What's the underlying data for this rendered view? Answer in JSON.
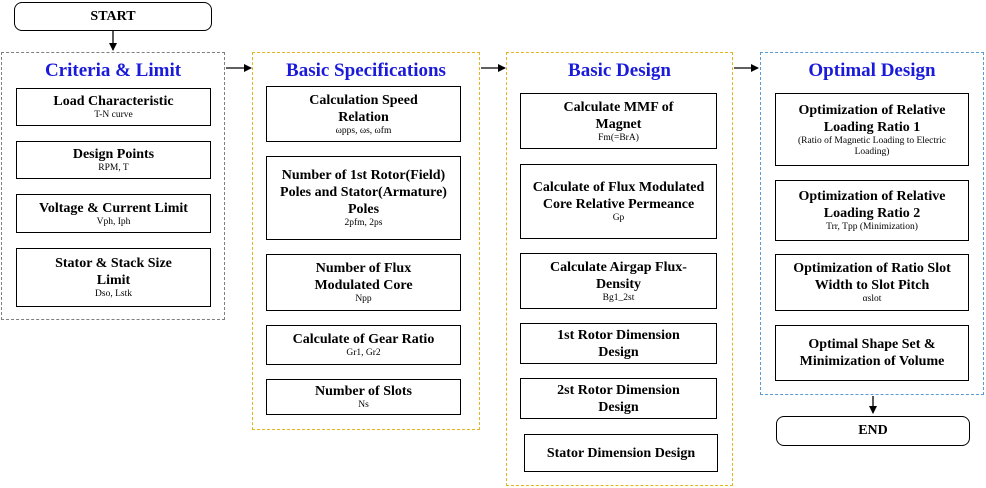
{
  "start_label": "START",
  "end_label": "END",
  "groups": {
    "criteria": {
      "title": "Criteria  & Limit",
      "items": [
        {
          "title": "Load Characteristic",
          "sub": "T-N curve"
        },
        {
          "title": "Design Points",
          "sub": "RPM, T"
        },
        {
          "title": "Voltage & Current  Limit",
          "sub": "Vph, Iph"
        },
        {
          "title": "Stator & Stack Size Limit",
          "sub": "Dso, Lstk"
        }
      ]
    },
    "basic_specs": {
      "title": "Basic Specifications",
      "items": [
        {
          "title": "Calculation  Speed Relation",
          "sub": "ωpps, ωs, ωfm"
        },
        {
          "title": "Number  of 1st Rotor(Field)  Poles and Stator(Armature)  Poles",
          "sub": "2pfm, 2ps"
        },
        {
          "title": "Number  of Flux Modulated Core",
          "sub": "Npp"
        },
        {
          "title": "Calculate  of Gear Ratio",
          "sub": "Gr1, Gr2"
        },
        {
          "title": "Number  of Slots",
          "sub": "Ns"
        }
      ]
    },
    "basic_design": {
      "title": "Basic Design",
      "items": [
        {
          "title": "Calculate  MMF of Magnet",
          "sub": "Fm(=BrA)"
        },
        {
          "title": "Calculate  of Flux Modulated Core Relative Permeance",
          "sub": "Gp"
        },
        {
          "title": "Calculate  Airgap Flux-Density",
          "sub": "Bg1_2st"
        },
        {
          "title": "1st Rotor Dimension Design",
          "sub": ""
        },
        {
          "title": "2st Rotor Dimension Design",
          "sub": ""
        },
        {
          "title": "Stator  Dimension  Design",
          "sub": ""
        }
      ]
    },
    "optimal_design": {
      "title": "Optimal  Design",
      "items": [
        {
          "title": "Optimization   of Relative Loading  Ratio 1",
          "sub": "(Ratio of Magnetic Loading to Electric Loading)"
        },
        {
          "title": "Optimization  of Relative Loading  Ratio 2",
          "sub": "Trr, Tpp (Minimization)"
        },
        {
          "title": "Optimization   of Ratio Slot Width  to Slot Pitch",
          "sub": "αslot"
        },
        {
          "title": "Optimal  Shape Set & Minimization   of Volume",
          "sub": ""
        }
      ]
    }
  }
}
